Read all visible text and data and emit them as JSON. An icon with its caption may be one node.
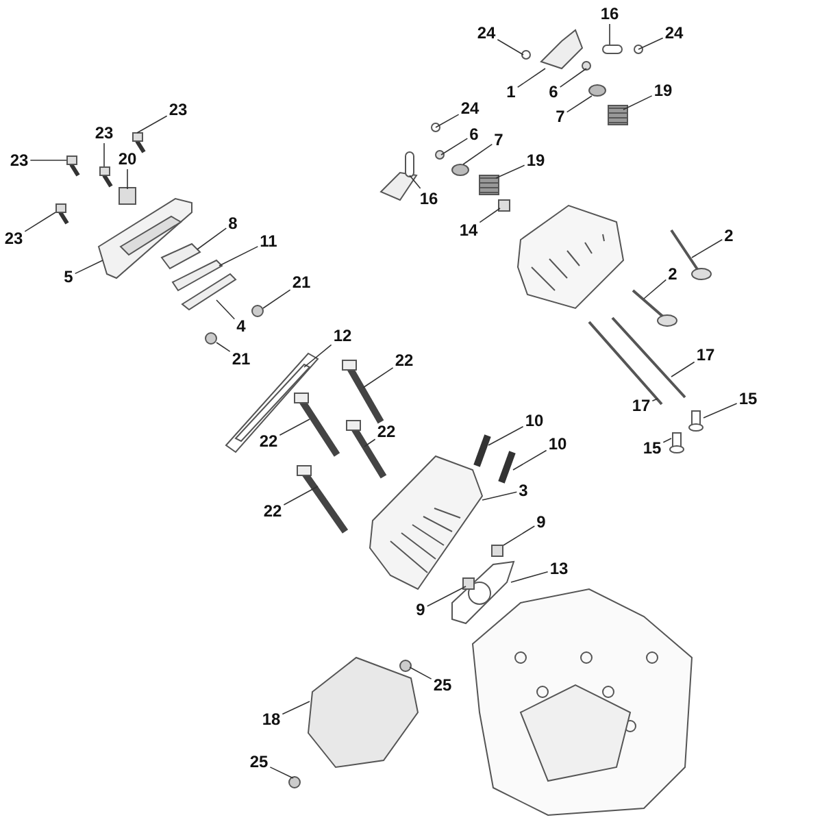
{
  "diagram": {
    "nodes": [
      {
        "text": [
          "16"
        ]
      },
      {
        "text": [
          "24"
        ]
      },
      {
        "text": [
          "24"
        ]
      },
      {
        "text": [
          "1"
        ]
      },
      {
        "text": [
          "6"
        ]
      },
      {
        "text": [
          "19"
        ]
      },
      {
        "text": [
          "24"
        ]
      },
      {
        "text": [
          "23"
        ]
      },
      {
        "text": [
          "7"
        ]
      },
      {
        "text": [
          "23"
        ]
      },
      {
        "text": [
          "6"
        ]
      },
      {
        "text": [
          "7"
        ]
      },
      {
        "text": [
          "20"
        ]
      },
      {
        "text": [
          "19"
        ]
      },
      {
        "text": [
          "23"
        ]
      },
      {
        "text": [
          "16"
        ]
      },
      {
        "text": [
          "8"
        ]
      },
      {
        "text": [
          "14"
        ]
      },
      {
        "text": [
          "2"
        ]
      },
      {
        "text": [
          "23"
        ]
      },
      {
        "text": [
          "11"
        ]
      },
      {
        "text": [
          "2"
        ]
      },
      {
        "text": [
          "5"
        ]
      },
      {
        "text": [
          "21"
        ]
      },
      {
        "text": [
          "4"
        ]
      },
      {
        "text": [
          "12"
        ]
      },
      {
        "text": [
          "17"
        ]
      },
      {
        "text": [
          "21"
        ]
      },
      {
        "text": [
          "22"
        ]
      },
      {
        "text": [
          "15"
        ]
      },
      {
        "text": [
          "17"
        ]
      },
      {
        "text": [
          "10"
        ]
      },
      {
        "text": [
          "22"
        ]
      },
      {
        "text": [
          "22"
        ]
      },
      {
        "text": [
          "10"
        ]
      },
      {
        "text": [
          "15"
        ]
      },
      {
        "text": [
          "3"
        ]
      },
      {
        "text": [
          "22"
        ]
      },
      {
        "text": [
          "9"
        ]
      },
      {
        "text": [
          "13"
        ]
      },
      {
        "text": [
          "9"
        ]
      },
      {
        "text": [
          "25"
        ]
      },
      {
        "text": [
          "18"
        ]
      },
      {
        "text": [
          "25"
        ]
      },
      {
        "text": [],
        "shape": "bar"
      },
      {
        "text": [],
        "shape": "circle"
      },
      {
        "text": [],
        "shape": "circle"
      },
      {
        "text": [],
        "shape": "picture"
      },
      {
        "text": [],
        "shape": "circle"
      },
      {
        "text": [],
        "shape": "picture"
      },
      {
        "text": [],
        "shape": "circle"
      },
      {
        "text": [],
        "shape": "picture"
      },
      {
        "text": [],
        "shape": "circle"
      },
      {
        "text": [],
        "shape": "picture"
      },
      {
        "text": [],
        "shape": "circle"
      },
      {
        "text": [],
        "shape": "circle"
      },
      {
        "text": [],
        "shape": "box"
      },
      {
        "text": [],
        "shape": "picture"
      },
      {
        "text": [],
        "shape": "picture"
      },
      {
        "text": [],
        "shape": "bar"
      },
      {
        "text": [],
        "shape": "picture"
      },
      {
        "text": [],
        "shape": "box"
      },
      {
        "text": [],
        "shape": "picture"
      },
      {
        "text": [],
        "shape": "picture"
      },
      {
        "text": [],
        "shape": "picture"
      },
      {
        "text": [],
        "shape": "picture"
      },
      {
        "text": [],
        "shape": "picture"
      },
      {
        "text": [],
        "shape": "circle"
      },
      {
        "text": [],
        "shape": "picture"
      },
      {
        "text": [],
        "shape": "picture"
      },
      {
        "text": [],
        "shape": "picture"
      },
      {
        "text": [],
        "shape": "circle"
      },
      {
        "text": [],
        "shape": "picture"
      },
      {
        "text": [],
        "shape": "picture"
      },
      {
        "text": [],
        "shape": "picture"
      },
      {
        "text": [],
        "shape": "picture"
      },
      {
        "text": [],
        "shape": "picture"
      },
      {
        "text": [],
        "shape": "picture"
      },
      {
        "text": [],
        "shape": "picture"
      },
      {
        "text": [],
        "shape": "picture"
      },
      {
        "text": [],
        "shape": "picture"
      },
      {
        "text": [],
        "shape": "picture"
      },
      {
        "text": [],
        "shape": "box"
      },
      {
        "text": [],
        "shape": "picture"
      },
      {
        "text": [],
        "shape": "box"
      },
      {
        "text": [],
        "shape": "circle"
      },
      {
        "text": [],
        "shape": "picture"
      },
      {
        "text": [],
        "shape": "circle"
      }
    ],
    "edges": [
      {
        "from": 0,
        "to": 44,
        "arrow": "none"
      },
      {
        "from": 1,
        "to": 45,
        "arrow": "none"
      },
      {
        "from": 2,
        "to": 46,
        "arrow": "none"
      },
      {
        "from": 3,
        "to": 47,
        "arrow": "none"
      },
      {
        "from": 4,
        "to": 48,
        "arrow": "none"
      },
      {
        "from": 5,
        "to": 49,
        "arrow": "none"
      },
      {
        "from": 6,
        "to": 50,
        "arrow": "none"
      },
      {
        "from": 7,
        "to": 51,
        "arrow": "none"
      },
      {
        "from": 8,
        "to": 52,
        "arrow": "none"
      },
      {
        "from": 9,
        "to": 53,
        "arrow": "none"
      },
      {
        "from": 10,
        "to": 54,
        "arrow": "none"
      },
      {
        "from": 11,
        "to": 55,
        "arrow": "none"
      },
      {
        "from": 12,
        "to": 56,
        "arrow": "none"
      },
      {
        "from": 13,
        "to": 57,
        "arrow": "none"
      },
      {
        "from": 14,
        "to": 58,
        "arrow": "none"
      },
      {
        "from": 15,
        "to": 59,
        "arrow": "none"
      },
      {
        "from": 16,
        "to": 60,
        "arrow": "none"
      },
      {
        "from": 17,
        "to": 61,
        "arrow": "none"
      },
      {
        "from": 18,
        "to": 62,
        "arrow": "none"
      },
      {
        "from": 19,
        "to": 63,
        "arrow": "none"
      },
      {
        "from": 20,
        "to": 64,
        "arrow": "none"
      },
      {
        "from": 21,
        "to": 65,
        "arrow": "none"
      },
      {
        "from": 22,
        "to": 66,
        "arrow": "none"
      },
      {
        "from": 23,
        "to": 67,
        "arrow": "none"
      },
      {
        "from": 24,
        "to": 68,
        "arrow": "none"
      },
      {
        "from": 25,
        "to": 69,
        "arrow": "none"
      },
      {
        "from": 26,
        "to": 70,
        "arrow": "none"
      },
      {
        "from": 27,
        "to": 71,
        "arrow": "none"
      },
      {
        "from": 28,
        "to": 72,
        "arrow": "none"
      },
      {
        "from": 29,
        "to": 73,
        "arrow": "none"
      },
      {
        "from": 30,
        "to": 74,
        "arrow": "none"
      },
      {
        "from": 31,
        "to": 75,
        "arrow": "none"
      },
      {
        "from": 32,
        "to": 76,
        "arrow": "none"
      },
      {
        "from": 33,
        "to": 77,
        "arrow": "none"
      },
      {
        "from": 34,
        "to": 78,
        "arrow": "none"
      },
      {
        "from": 35,
        "to": 79,
        "arrow": "none"
      },
      {
        "from": 36,
        "to": 80,
        "arrow": "none"
      },
      {
        "from": 37,
        "to": 81,
        "arrow": "none"
      },
      {
        "from": 38,
        "to": 82,
        "arrow": "none"
      },
      {
        "from": 39,
        "to": 83,
        "arrow": "none"
      },
      {
        "from": 40,
        "to": 84,
        "arrow": "none"
      },
      {
        "from": 41,
        "to": 85,
        "arrow": "none"
      },
      {
        "from": 42,
        "to": 86,
        "arrow": "none"
      },
      {
        "from": 43,
        "to": 87,
        "arrow": "none"
      }
    ]
  }
}
